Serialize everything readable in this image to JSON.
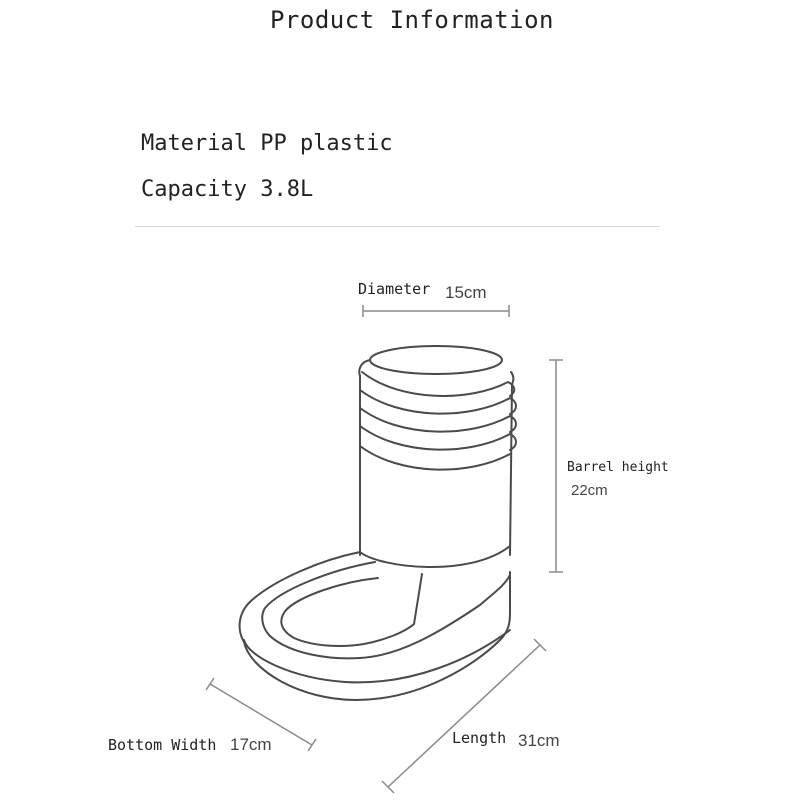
{
  "header": {
    "title": "Product Information"
  },
  "specs": {
    "material": "Material PP plastic",
    "capacity": "Capacity 3.8L"
  },
  "dimensions": {
    "diameter": {
      "label": "Diameter",
      "value": "15cm"
    },
    "barrel_height": {
      "label": "Barrel height",
      "value": "22cm"
    },
    "bottom_width": {
      "label": "Bottom Width",
      "value": "17cm"
    },
    "length": {
      "label": "Length",
      "value": "31cm"
    }
  },
  "colors": {
    "line": "#4a4a4a",
    "dimension_line": "#8a8a8a",
    "divider": "#d9d9d9"
  }
}
